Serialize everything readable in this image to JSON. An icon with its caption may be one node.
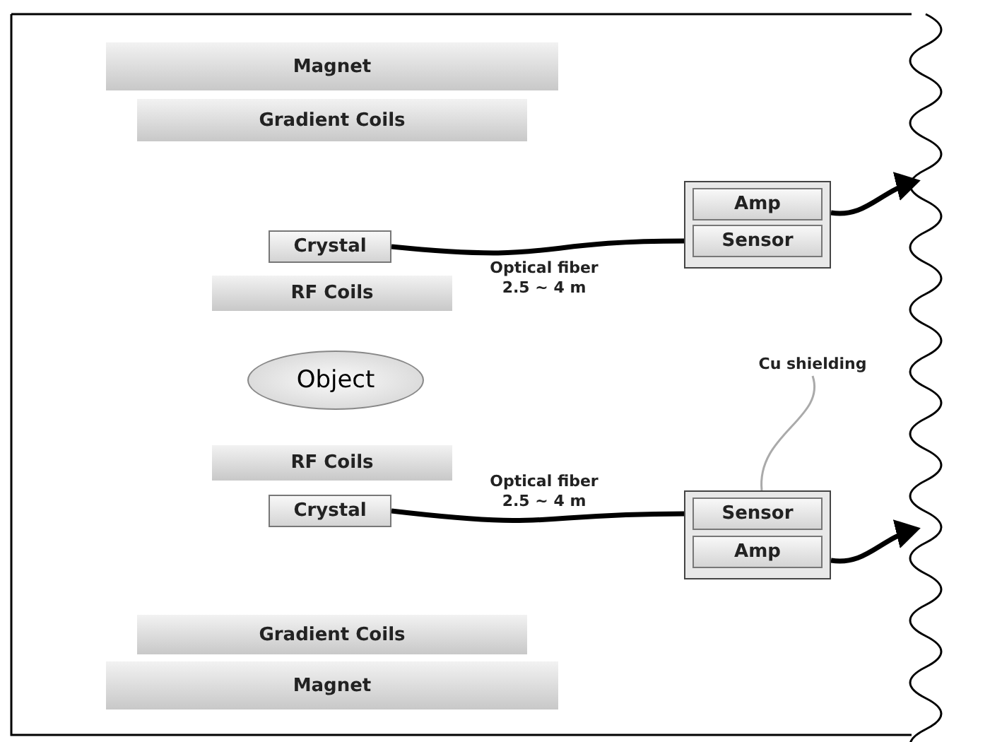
{
  "diagram": {
    "nodes": [
      {
        "text": [
          "Magnet"
        ]
      },
      {
        "text": [
          "Gradient Coils"
        ]
      },
      {
        "text": [],
        "shape": "box"
      },
      {
        "text": [
          "Amp"
        ],
        "in": 2
      },
      {
        "text": [
          "Sensor"
        ],
        "in": 2
      },
      {
        "text": [
          "Crystal"
        ]
      },
      {
        "text": [
          "RF Coils"
        ]
      },
      {
        "text": [
          "Cu shielding"
        ]
      },
      {
        "text": [
          "Object"
        ]
      },
      {
        "text": [
          "RF Coils"
        ]
      },
      {
        "text": [],
        "shape": "box"
      },
      {
        "text": [
          "Sensor"
        ],
        "in": 10
      },
      {
        "text": [
          "Crystal"
        ]
      },
      {
        "text": [
          "Amp"
        ],
        "in": 10
      },
      {
        "text": [
          "Gradient Coils"
        ]
      },
      {
        "text": [
          "Magnet"
        ]
      }
    ],
    "edges": [
      {
        "from": 5,
        "to": 4,
        "arrow": "none",
        "label": "Optical fiber 2.5 ~ 4 m"
      },
      {
        "from": 3,
        "to": null,
        "arrow": "to"
      },
      {
        "from": 7,
        "to": 10,
        "arrow": "none",
        "color": "#aaaaaa"
      },
      {
        "from": 12,
        "to": 11,
        "arrow": "none",
        "label": "Optical fiber 2.5 ~ 4 m"
      },
      {
        "from": 13,
        "to": null,
        "arrow": "to"
      }
    ]
  }
}
